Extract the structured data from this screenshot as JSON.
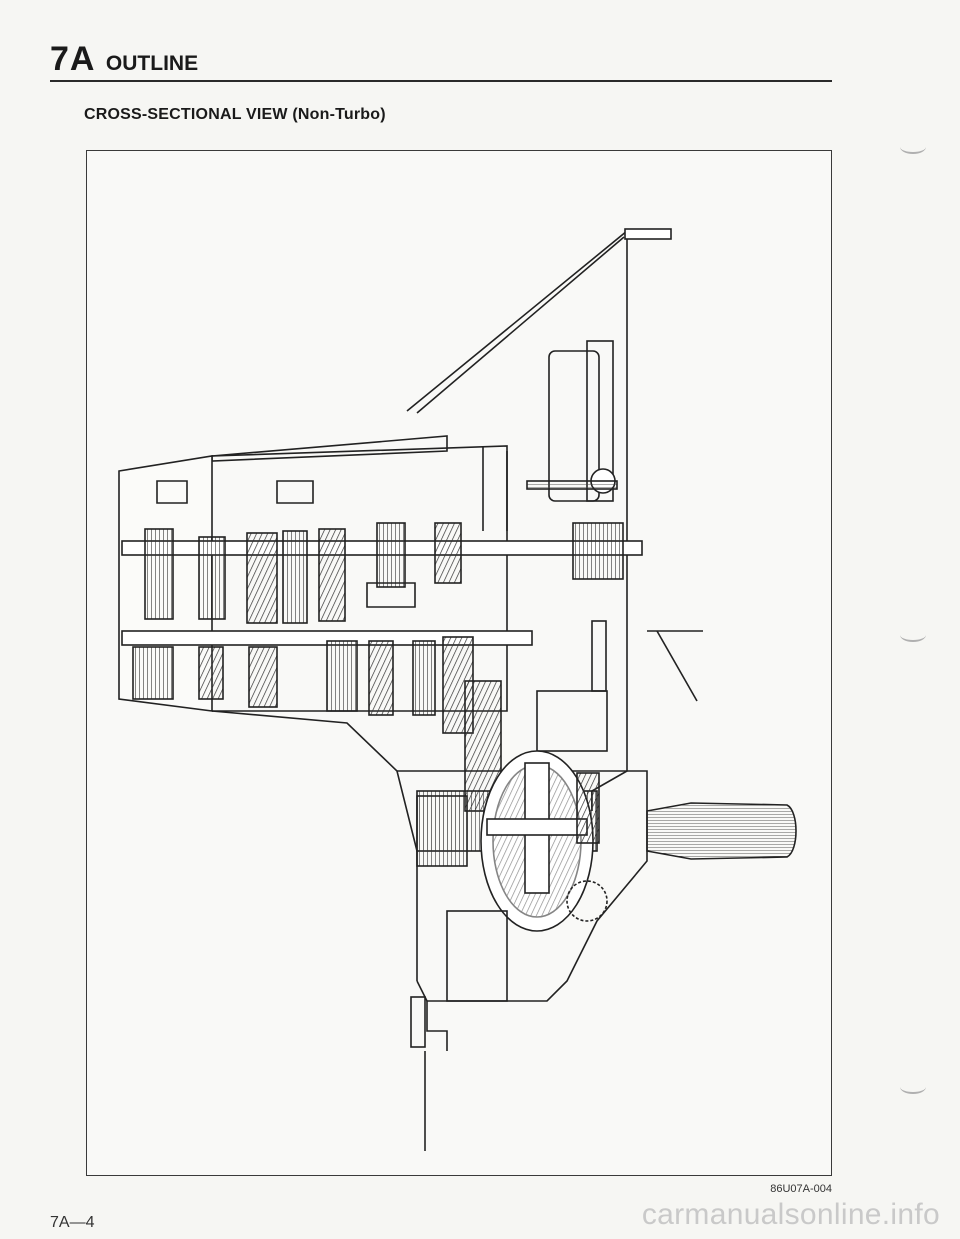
{
  "header": {
    "section_code": "7A",
    "section_title": "OUTLINE",
    "view_title": "CROSS-SECTIONAL VIEW (Non-Turbo)"
  },
  "figure": {
    "code": "86U07A-004"
  },
  "footer": {
    "page_number": "7A—4",
    "watermark": "carmanualsonline.info"
  }
}
